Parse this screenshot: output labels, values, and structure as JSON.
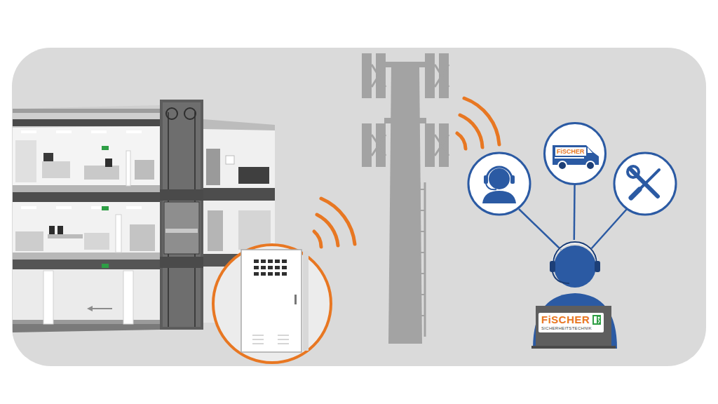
{
  "diagram": {
    "nodes": [
      {
        "text": [
          "FiSCHER"
        ]
      },
      {
        "text": [
          "FiSCHER",
          "SICHERHEITSTECHNIK"
        ]
      }
    ],
    "edges": [
      {
        "from": 1,
        "to": 0,
        "arrow": "none"
      }
    ]
  }
}
